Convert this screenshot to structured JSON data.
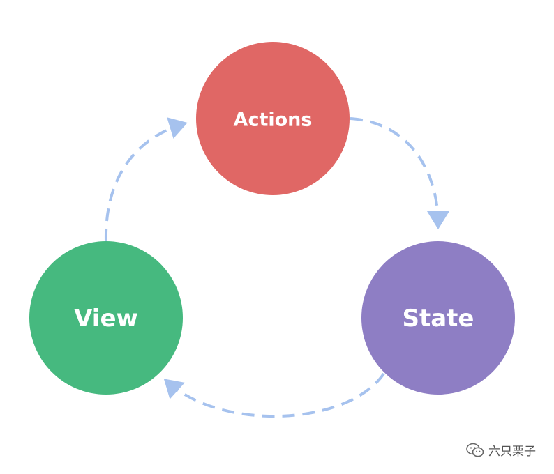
{
  "nodes": {
    "actions": {
      "label": "Actions",
      "color": "#e06765"
    },
    "view": {
      "label": "View",
      "color": "#46b97f"
    },
    "state": {
      "label": "State",
      "color": "#8e7ec4"
    }
  },
  "arrow_color": "#a6c2ee",
  "watermark": {
    "icon": "wechat-icon",
    "text": "六只栗子"
  }
}
